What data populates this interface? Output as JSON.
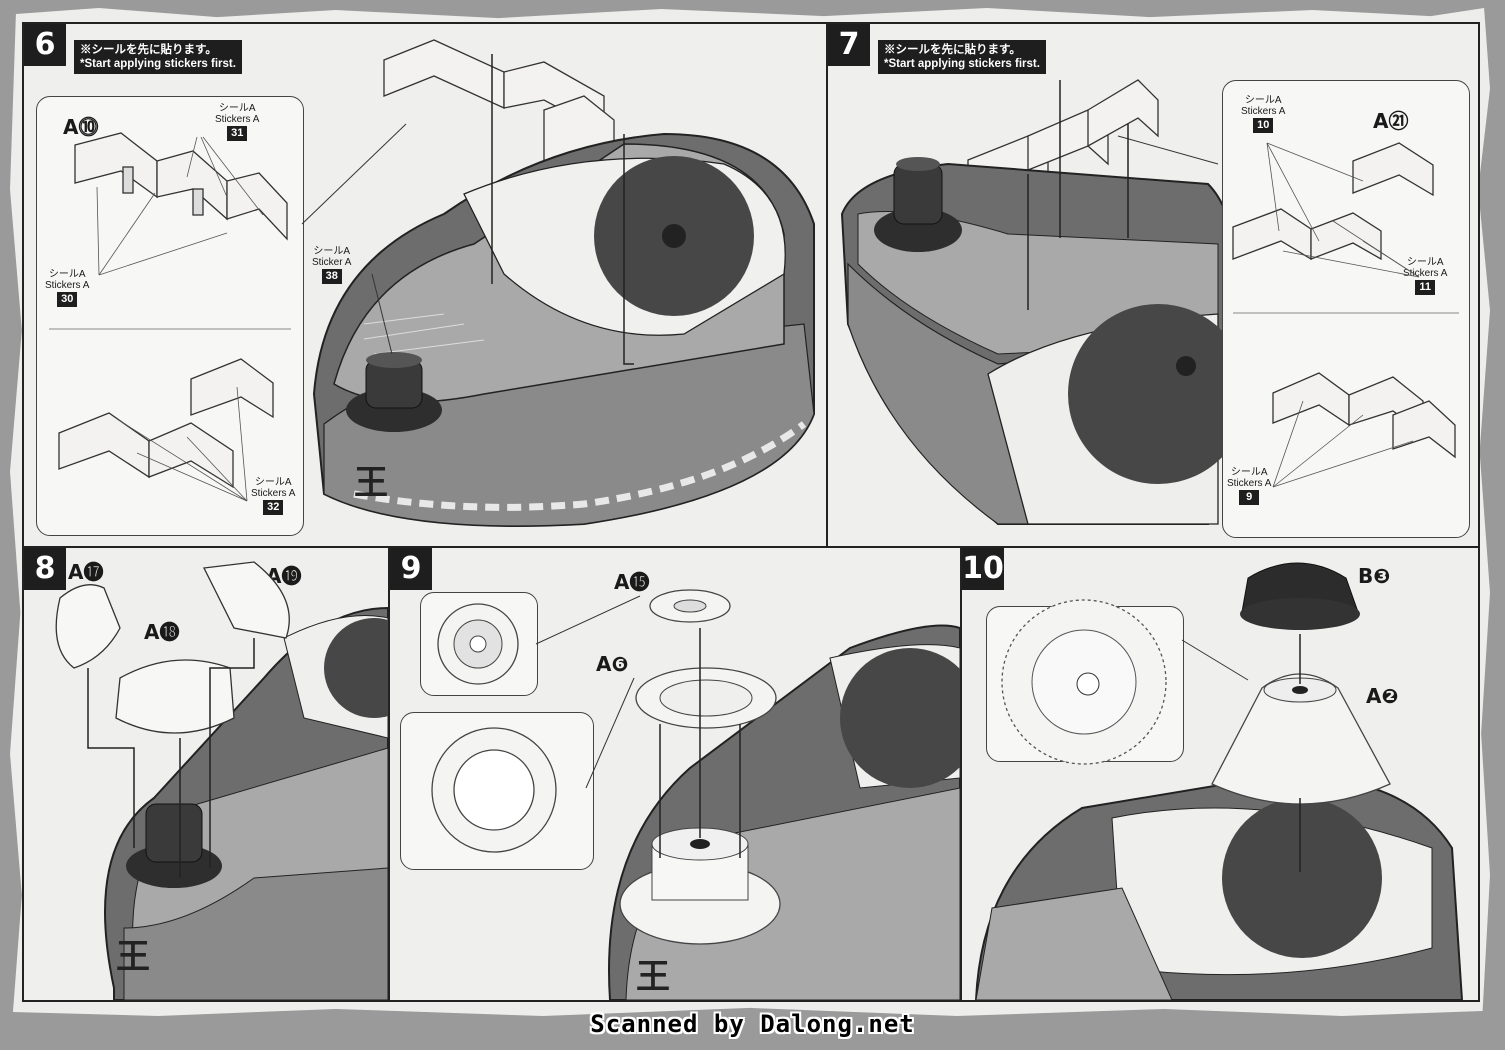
{
  "steps": [
    {
      "number": "6",
      "note_jp": "※シールを先に貼ります。",
      "note_en": "*Start applying stickers first.",
      "part": "A⓾",
      "stickers": [
        {
          "jp": "シールA",
          "en": "Stickers A",
          "num": "31"
        },
        {
          "jp": "シールA",
          "en": "Stickers A",
          "num": "30"
        },
        {
          "jp": "シールA",
          "en": "Sticker A",
          "num": "38"
        },
        {
          "jp": "シールA",
          "en": "Stickers A",
          "num": "32"
        }
      ]
    },
    {
      "number": "7",
      "note_jp": "※シールを先に貼ります。",
      "note_en": "*Start applying stickers first.",
      "parts": [
        "A㉑"
      ],
      "stickers": [
        {
          "jp": "シールA",
          "en": "Stickers A",
          "num": "10"
        },
        {
          "jp": "シールA",
          "en": "Stickers A",
          "num": "11"
        },
        {
          "jp": "シールA",
          "en": "Stickers A",
          "num": "9"
        }
      ]
    },
    {
      "number": "8",
      "parts": [
        "A⓱",
        "A⓲",
        "A⓳"
      ]
    },
    {
      "number": "9",
      "parts": [
        "A⓯",
        "A❻"
      ]
    },
    {
      "number": "10",
      "parts": [
        "B❸",
        "A❷"
      ]
    }
  ],
  "footer": {
    "credit": "Scanned by Dalong.net"
  }
}
